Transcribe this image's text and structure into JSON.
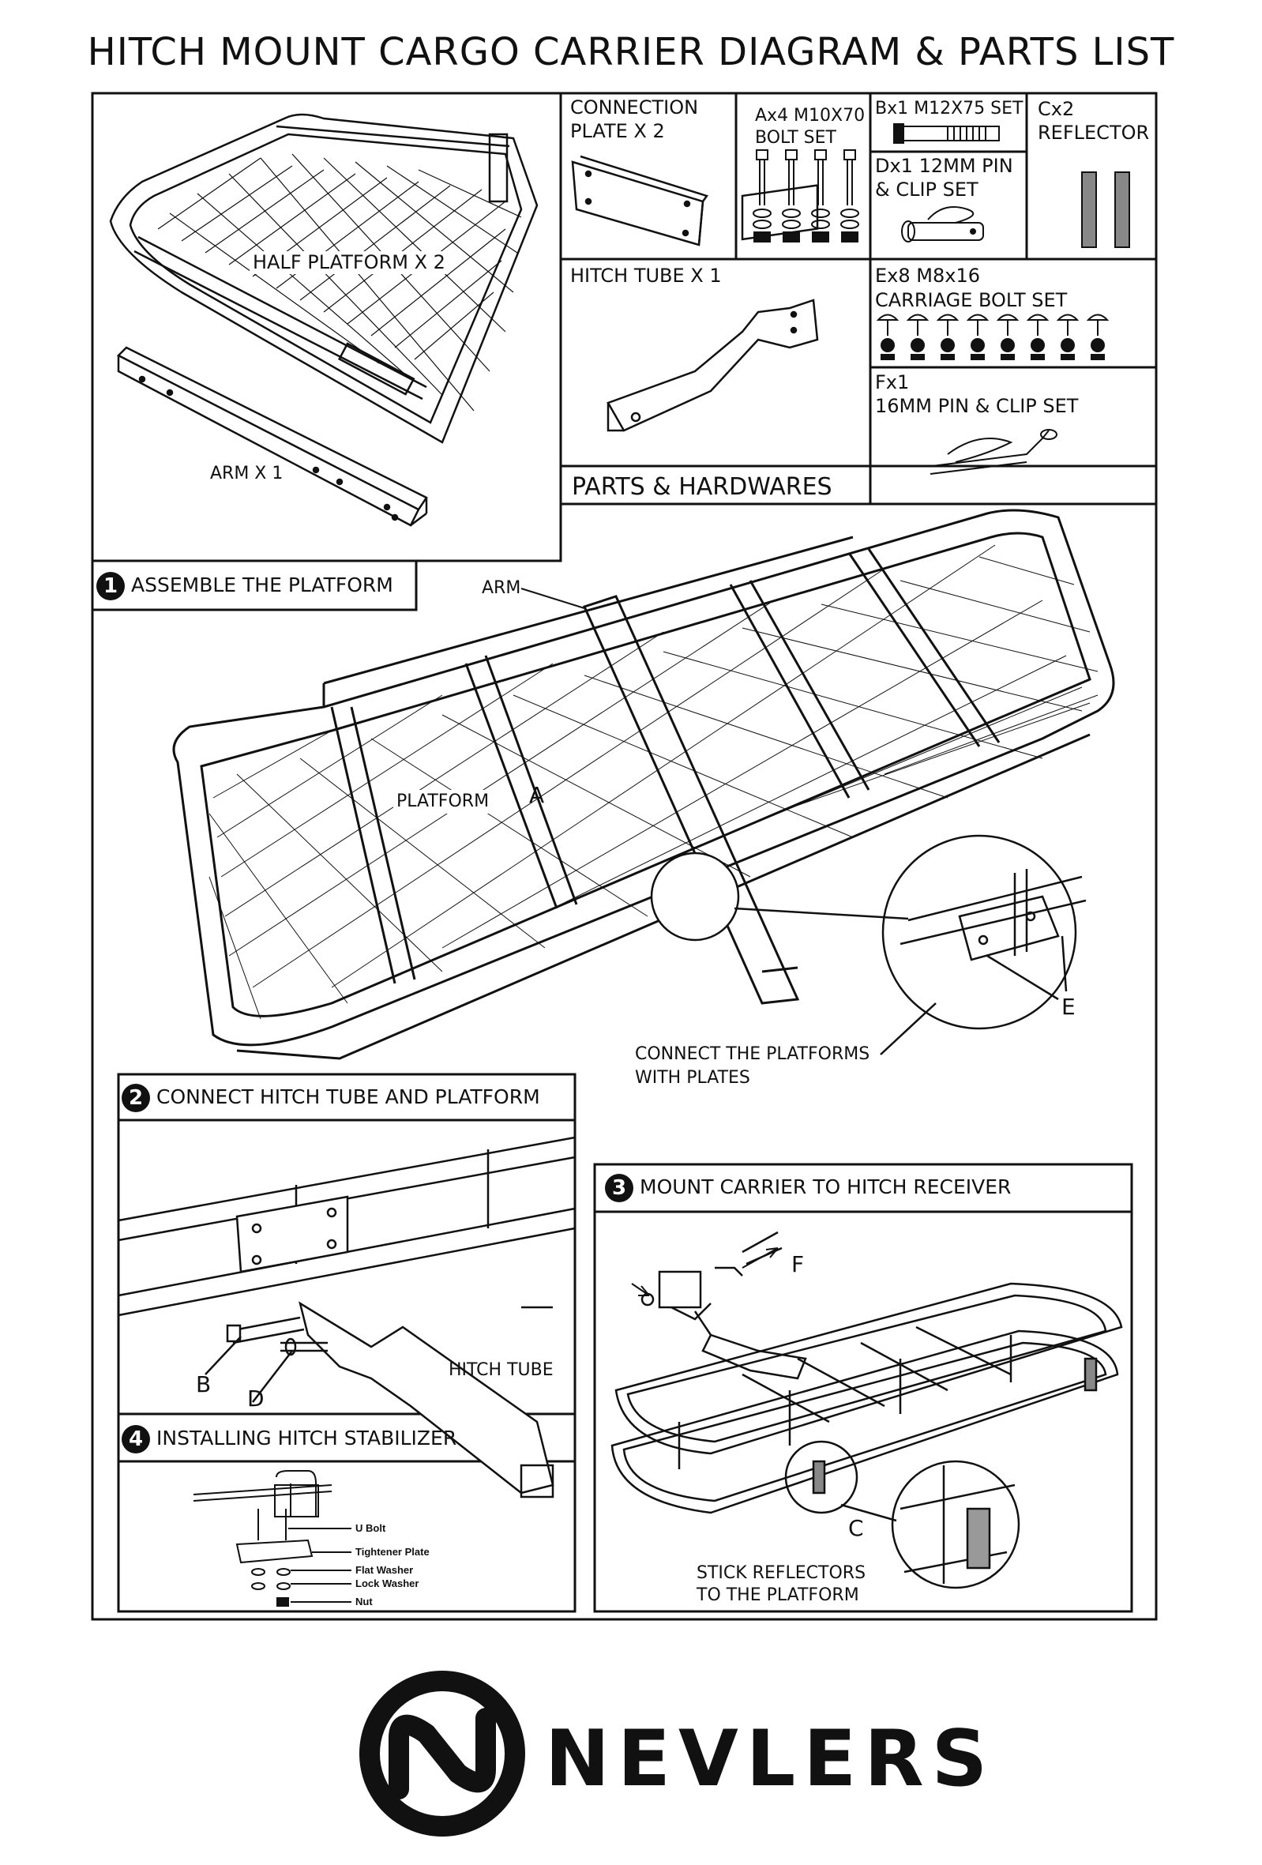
{
  "title": "HITCH MOUNT CARGO CARRIER DIAGRAM & PARTS LIST",
  "parts": {
    "half_platform": "HALF PLATFORM X 2",
    "arm": "ARM X 1",
    "connection_plate": [
      "CONNECTION",
      "PLATE X 2"
    ],
    "bolt_a": [
      "Ax4 M10X70",
      "BOLT SET"
    ],
    "bolt_b": "Bx1 M12X75 SET",
    "pin_d": [
      "Dx1 12MM PIN",
      "& CLIP SET"
    ],
    "reflector_c": [
      "Cx2",
      "REFLECTOR"
    ],
    "hitch_tube": "HITCH TUBE X 1",
    "carriage_e": [
      "Ex8 M8x16",
      "CARRIAGE BOLT SET"
    ],
    "pin_f": [
      "Fx1",
      "16MM PIN & CLIP SET"
    ],
    "section_title": "PARTS & HARDWARES"
  },
  "steps": [
    {
      "number": "1",
      "title": "ASSEMBLE THE PLATFORM"
    },
    {
      "number": "2",
      "title": "CONNECT HITCH TUBE AND PLATFORM"
    },
    {
      "number": "3",
      "title": "MOUNT CARRIER TO HITCH RECEIVER"
    },
    {
      "number": "4",
      "title": "INSTALLING HITCH STABILIZER"
    }
  ],
  "step1": {
    "arm_label": "ARM",
    "platform_label": "PLATFORM",
    "a_label": "A",
    "e_label": "E",
    "connect_caption": [
      "CONNECT THE PLATFORMS",
      "WITH PLATES"
    ]
  },
  "step2": {
    "hitch_tube_label": "HITCH TUBE",
    "b_label": "B",
    "d_label": "D"
  },
  "step3": {
    "f_label": "F",
    "c_label": "C",
    "reflector_caption": [
      "STICK REFLECTORS",
      "TO THE PLATFORM"
    ]
  },
  "step4": {
    "u_bolt": "U Bolt",
    "tightener_plate": "Tightener Plate",
    "flat_washer": "Flat Washer",
    "lock_washer": "Lock Washer",
    "nut": "Nut"
  },
  "brand": "NEVLERS"
}
